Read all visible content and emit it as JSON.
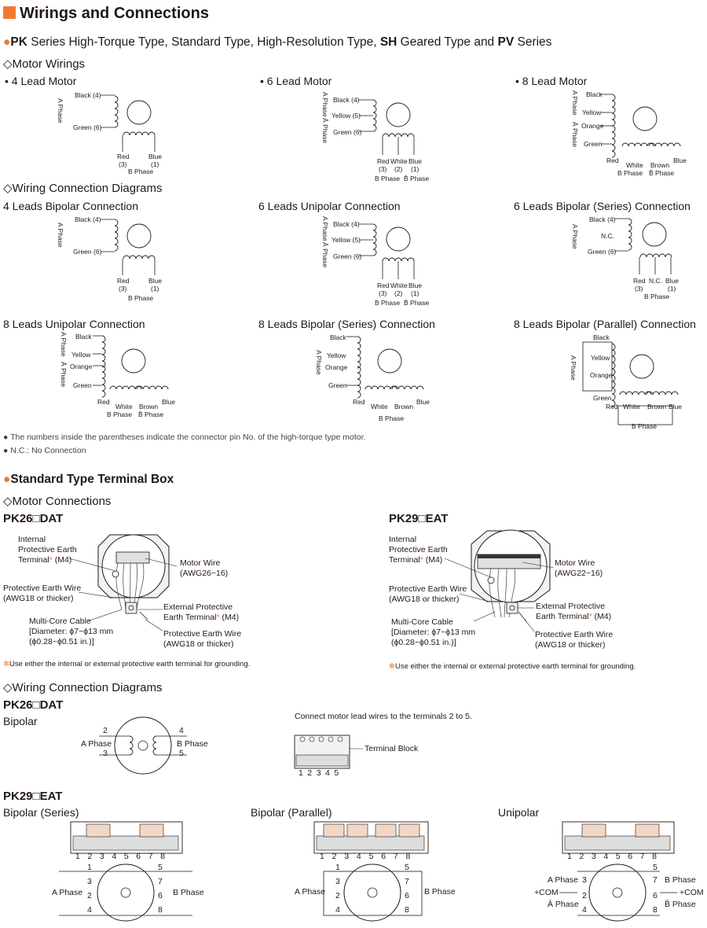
{
  "title": "Wirings and Connections",
  "series_heading": {
    "bullet": "●",
    "p1": "PK",
    "p2": " Series High-Torque Type, Standard Type, High-Resolution Type, ",
    "p3": "SH",
    "p4": " Geared Type and ",
    "p5": "PV",
    "p6": " Series"
  },
  "motor_wirings": {
    "heading": "◇Motor Wirings",
    "lead4": "• 4 Lead Motor",
    "lead6": "• 6 Lead Motor",
    "lead8": "• 8 Lead Motor"
  },
  "wiring_diagrams": {
    "heading": "◇Wiring Connection Diagrams",
    "d1": "4 Leads Bipolar Connection",
    "d2": "6 Leads Unipolar Connection",
    "d3": "6 Leads Bipolar (Series) Connection",
    "d4": "8 Leads Unipolar Connection",
    "d5": "8 Leads Bipolar (Series) Connection",
    "d6": "8 Leads Bipolar (Parallel) Connection"
  },
  "wire_labels": {
    "black4": "Black (4)",
    "green6": "Green (6)",
    "yellow5": "Yellow (5)",
    "black": "Black",
    "yellow": "Yellow",
    "orange": "Orange",
    "green": "Green",
    "red": "Red",
    "blue": "Blue",
    "white": "White",
    "brown": "Brown",
    "nc": "N.C.",
    "p3": "(3)",
    "p1": "(1)",
    "p2": "(2)",
    "a_phase": "A Phase",
    "abar_phase": "Ā Phase",
    "b_phase": "B Phase",
    "bbar_phase": "B̄ Phase"
  },
  "notes": {
    "n1": "● The numbers inside the parentheses indicate the connector pin No. of the high-torque type motor.",
    "n2": "● N.C.: No Connection"
  },
  "terminal_box": {
    "heading": "Standard Type Terminal Box",
    "motor_connections": "◇Motor Connections",
    "pk26": "PK26□DAT",
    "pk29": "PK29□EAT",
    "internal_pe_1": "Internal",
    "internal_pe_2": "Protective Earth",
    "internal_pe_3": "Terminal",
    "internal_pe_4": " (M4)",
    "asterisk": "*",
    "motor_wire": "Motor Wire",
    "awg26": "(AWG26~16)",
    "awg22": "(AWG22~16)",
    "pe_wire": "Protective Earth Wire",
    "awg18": "(AWG18 or thicker)",
    "ext_pe_1": "External Protective",
    "ext_pe_2": "Earth Terminal",
    "ext_pe_3": " (M4)",
    "cable_1": "Multi-Core Cable",
    "cable_2": "[Diameter: ϕ7~ϕ13 mm",
    "cable_3": "(ϕ0.28~ϕ0.51 in.)]",
    "note_mark": "✻",
    "note": "Use either the internal or external protective earth terminal for grounding."
  },
  "wiring_connection2": {
    "heading": "◇Wiring Connection Diagrams",
    "pk26": "PK26□DAT",
    "bipolar": "Bipolar",
    "connect_note": "Connect motor lead wires to the terminals 2 to 5.",
    "terminal_block": "Terminal Block",
    "pk29": "PK29□EAT",
    "bipolar_series": "Bipolar (Series)",
    "bipolar_parallel": "Bipolar (Parallel)",
    "unipolar": "Unipolar",
    "com": "+COM",
    "a_phase": "A Phase",
    "b_phase": "B Phase",
    "abar_phase": "Ā Phase",
    "bbar_phase": "B̄ Phase",
    "t1": "1",
    "t2": "2",
    "t3": "3",
    "t4": "4",
    "t5": "5",
    "t6": "6",
    "t7": "7",
    "t8": "8"
  }
}
